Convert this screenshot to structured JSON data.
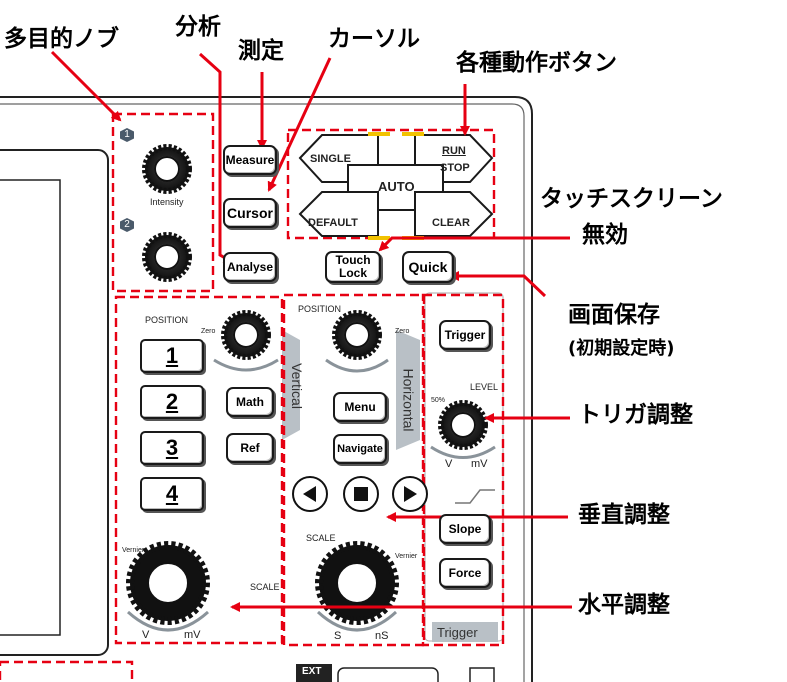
{
  "callouts": {
    "multi_knob": "多目的ノブ",
    "analysis": "分析",
    "measure": "測定",
    "cursor": "カーソル",
    "action_buttons": "各種動作ボタン",
    "touch_disable_1": "タッチスクリーン",
    "touch_disable_2": "無効",
    "screen_save": "画面保存",
    "screen_save_note": "(初期設定時)",
    "trigger_adjust": "トリガ調整",
    "vertical_adjust": "垂直調整",
    "horizontal_adjust": "水平調整"
  },
  "buttons": {
    "measure": "Measure",
    "cursor": "Cursor",
    "analyse": "Analyse",
    "single": "SINGLE",
    "run": "RUN",
    "stop": "STOP",
    "auto": "AUTO",
    "default": "DEFAULT",
    "clear": "CLEAR",
    "touch_lock_1": "Touch",
    "touch_lock_2": "Lock",
    "quick": "Quick",
    "trigger": "Trigger",
    "math": "Math",
    "ref": "Ref",
    "menu": "Menu",
    "navigate": "Navigate",
    "slope": "Slope",
    "force": "Force",
    "ch1": "1",
    "ch2": "2",
    "ch3": "3",
    "ch4": "4"
  },
  "labels": {
    "knob1_num": "1",
    "knob2_num": "2",
    "intensity": "Intensity",
    "position_v": "POSITION",
    "zero": "Zero",
    "position_h": "POSITION",
    "scale_h": "SCALE",
    "scale_v": "SCALE",
    "vernier": "Vernier",
    "v": "V",
    "mv": "mV",
    "s": "S",
    "ns": "nS",
    "level": "LEVEL",
    "fifty": "50%",
    "trig_v": "V",
    "trig_mv": "mV",
    "vertical": "Vertical",
    "horizontal": "Horizontal",
    "trigger_panel": "Trigger",
    "ext": "EXT"
  }
}
